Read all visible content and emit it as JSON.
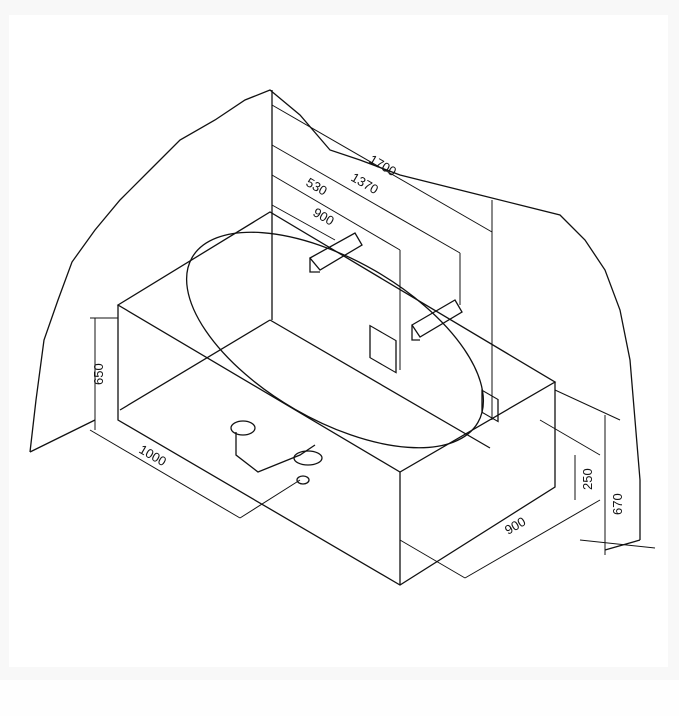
{
  "drawing": {
    "dimensions": {
      "total_width": "1700",
      "outlet_spacing": "1370",
      "outlet_offset": "530",
      "spout_offset": "900",
      "tub_height": "650",
      "tub_length": "1000",
      "panel_height": "250",
      "overall_height": "670",
      "tub_depth": "900"
    }
  }
}
